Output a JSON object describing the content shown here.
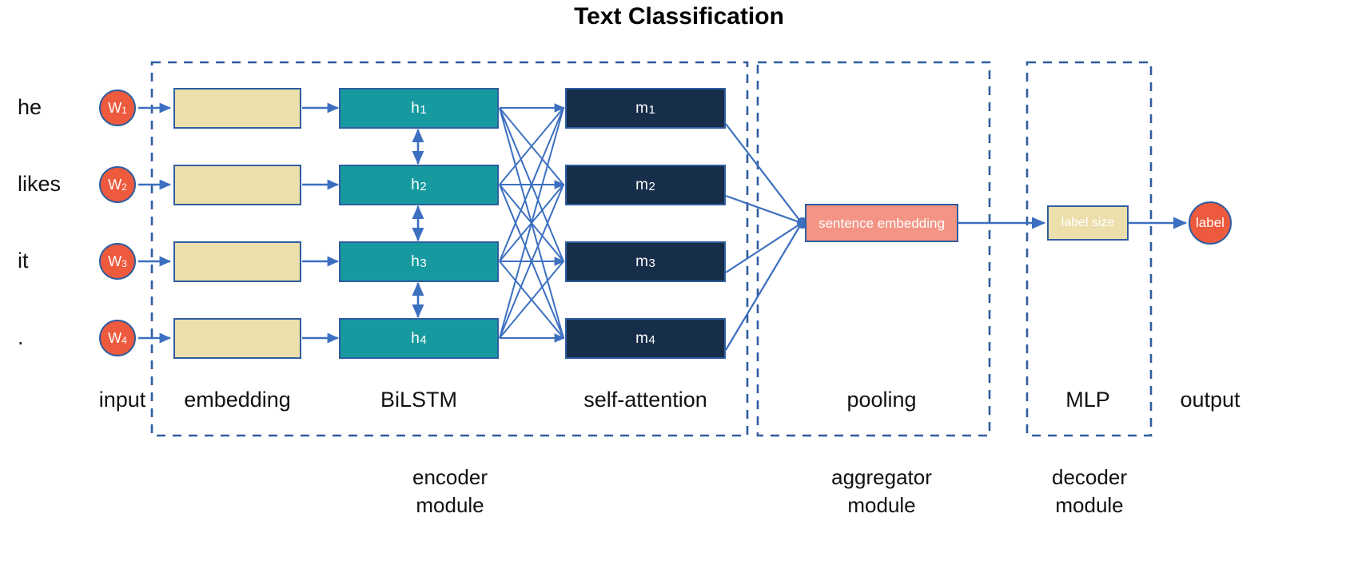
{
  "title": "Text Classification",
  "colors": {
    "accent_orange": "#ed5a3d",
    "border_blue": "#2e5d9f",
    "arrow_blue": "#3c6fc0",
    "embedding_fill": "#ecdfab",
    "lstm_fill": "#169aa0",
    "attention_fill": "#172e4a",
    "pooling_fill": "#f49484",
    "background": "#ffffff"
  },
  "input": {
    "words": [
      "he",
      "likes",
      "it",
      "."
    ],
    "tokens": [
      {
        "base": "W",
        "sub": "1"
      },
      {
        "base": "W",
        "sub": "2"
      },
      {
        "base": "W",
        "sub": "3"
      },
      {
        "base": "W",
        "sub": "4"
      }
    ]
  },
  "embedding": {
    "blocks": [
      "",
      "",
      "",
      ""
    ]
  },
  "bilstm": {
    "blocks": [
      {
        "base": "h",
        "sub": "1"
      },
      {
        "base": "h",
        "sub": "2"
      },
      {
        "base": "h",
        "sub": "3"
      },
      {
        "base": "h",
        "sub": "4"
      }
    ]
  },
  "self_attention": {
    "blocks": [
      {
        "base": "m",
        "sub": "1"
      },
      {
        "base": "m",
        "sub": "2"
      },
      {
        "base": "m",
        "sub": "3"
      },
      {
        "base": "m",
        "sub": "4"
      }
    ]
  },
  "pooling": {
    "block_label": "sentence embedding"
  },
  "mlp": {
    "block_label": "label size"
  },
  "output": {
    "label": "label"
  },
  "stage_captions": [
    "input",
    "embedding",
    "BiLSTM",
    "self-attention",
    "pooling",
    "MLP",
    "output"
  ],
  "module_captions": [
    {
      "line1": "encoder",
      "line2": "module"
    },
    {
      "line1": "aggregator",
      "line2": "module"
    },
    {
      "line1": "decoder",
      "line2": "module"
    }
  ]
}
